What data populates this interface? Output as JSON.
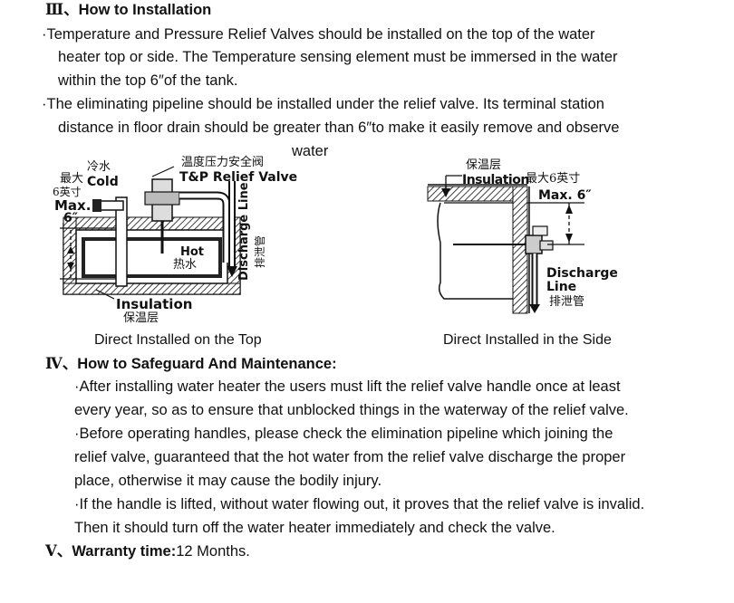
{
  "section3": {
    "numeral": "Ⅲ、",
    "title": "How to Installation",
    "p1": [
      "·Temperature and Pressure Relief Valves should be installed on the top of the water",
      "heater top or side. The Temperature sensing element must be immersed in the water",
      "within the top 6″of the tank."
    ],
    "p2": [
      "·The eliminating pipeline should be installed under the relief valve. Its terminal station",
      "distance in floor drain should be greater than 6″to make it easily remove and observe",
      "water"
    ]
  },
  "figure_top": {
    "caption": "Direct Installed on the Top",
    "labels": {
      "cold_cn": "冷水",
      "cold_en": "Cold",
      "max_cn": "最大",
      "inch_cn": "6英寸",
      "max_en": "Max.",
      "six": "6″",
      "valve_cn": "温度压力安全阀",
      "valve_en": "T&P Relief Valve",
      "hot_en": "Hot",
      "hot_cn": "热水",
      "discharge_en": "Discharge Line",
      "discharge_cn": "排泄管",
      "insulation_en": "Insulation",
      "insulation_cn": "保温层"
    }
  },
  "figure_side": {
    "caption": "Direct Installed in the Side",
    "labels": {
      "insulation_cn": "保温层",
      "insulation_en": "Insulation",
      "max_cn": "最大6英寸",
      "max_en": "Max. 6″",
      "discharge_en1": "Discharge",
      "discharge_en2": "Line",
      "discharge_cn": "排泄管"
    }
  },
  "section4": {
    "numeral": "Ⅳ、",
    "title": "How to Safeguard And Maintenance:",
    "p1": [
      "·After installing water heater the users must lift the relief valve handle once at least",
      "every year, so as to ensure that unblocked things in the waterway of the relief valve."
    ],
    "p2": [
      "·Before operating handles, please check the elimination pipeline which joining the",
      "relief valve, guaranteed that the hot water from the relief valve discharge the proper",
      "place, otherwise it may cause the bodily injury."
    ],
    "p3": [
      "·If the handle is lifted, without water flowing out, it proves that the relief valve is invalid.",
      "Then it should turn off the water heater immediately and check the valve."
    ]
  },
  "section5": {
    "numeral": "Ⅴ、",
    "title": "Warranty time:",
    "value": "12 Months."
  }
}
